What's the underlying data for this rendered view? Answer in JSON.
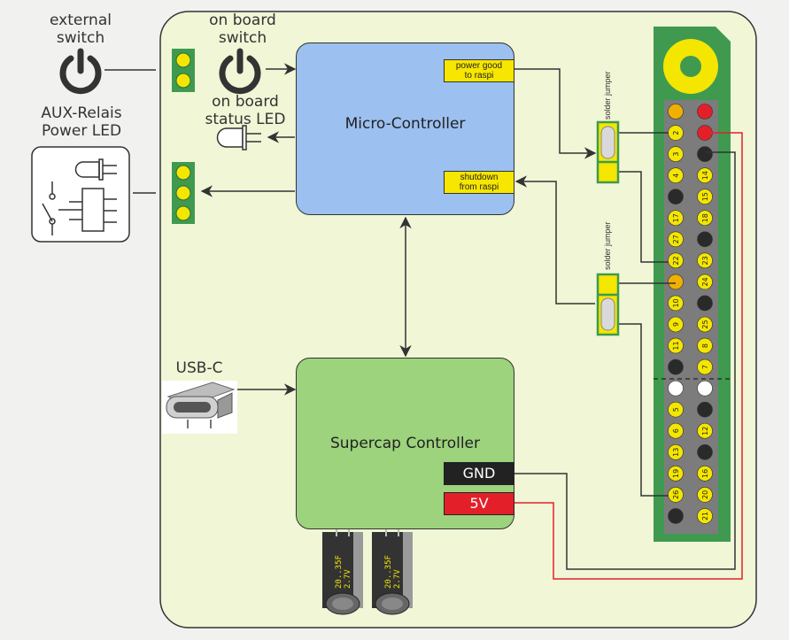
{
  "labels": {
    "external_switch": "external\nswitch",
    "onboard_switch": "on board\nswitch",
    "onboard_led": "on board\nstatus LED",
    "aux": "AUX-Relais\nPower LED",
    "usbc": "USB-C"
  },
  "micro_controller": {
    "title": "Micro-Controller",
    "power_good": "power good\nto raspi",
    "shutdown": "shutdown\nfrom raspi"
  },
  "supercap_controller": {
    "title": "Supercap Controller",
    "gnd": "GND",
    "v5": "5V"
  },
  "solder_jumper": "solder jumper",
  "capacitor_text": "20..35F\n2.7V",
  "gpio": {
    "left": [
      "",
      "2",
      "3",
      "4",
      "",
      "17",
      "27",
      "22",
      "",
      "10",
      "9",
      "11",
      "",
      "",
      "5",
      "6",
      "13",
      "19",
      "26",
      ""
    ],
    "right": [
      "",
      "",
      "",
      "14",
      "15",
      "18",
      "",
      "23",
      "24",
      "",
      "25",
      "8",
      "7",
      "",
      "",
      "12",
      "",
      "16",
      "20",
      "21"
    ],
    "left_types": [
      "orange",
      "yellow",
      "yellow",
      "yellow",
      "black",
      "yellow",
      "yellow",
      "yellow",
      "orange",
      "yellow",
      "yellow",
      "yellow",
      "black",
      "white",
      "yellow",
      "yellow",
      "yellow",
      "yellow",
      "yellow",
      "black"
    ],
    "right_types": [
      "red",
      "red",
      "black",
      "yellow",
      "yellow",
      "yellow",
      "black",
      "yellow",
      "yellow",
      "black",
      "yellow",
      "yellow",
      "yellow",
      "white",
      "black",
      "yellow",
      "black",
      "yellow",
      "yellow",
      "yellow"
    ]
  },
  "colors": {
    "board": "#f0f6d6",
    "mc_box": "#9cc0f0",
    "sc_box": "#9cd37c",
    "header_green": "#3f9a50",
    "pin_yellow": "#f4e600",
    "pin_orange": "#f0b000",
    "pin_red": "#e3202a",
    "wire_red": "#e3202a",
    "rail_gnd": "#222222",
    "rail_5v": "#e3202a"
  }
}
